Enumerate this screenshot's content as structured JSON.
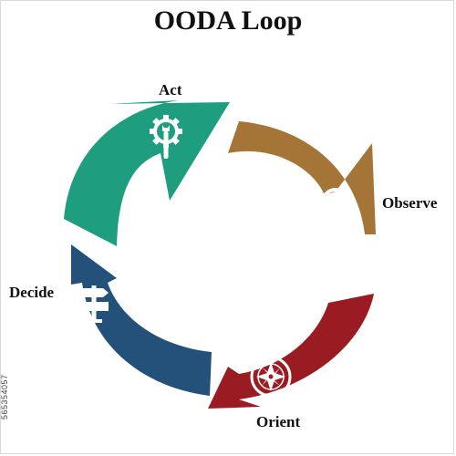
{
  "title": "OODA Loop",
  "stages": [
    {
      "key": "observe",
      "label": "Observe",
      "color": "#A57437",
      "icon": "magnifier-person-icon"
    },
    {
      "key": "orient",
      "label": "Orient",
      "color": "#9B1B22",
      "icon": "compass-icon"
    },
    {
      "key": "decide",
      "label": "Decide",
      "color": "#24517A",
      "icon": "signpost-icon"
    },
    {
      "key": "act",
      "label": "Act",
      "color": "#1E9E7F",
      "icon": "gear-wrench-icon"
    }
  ],
  "stock_id": "565354057"
}
